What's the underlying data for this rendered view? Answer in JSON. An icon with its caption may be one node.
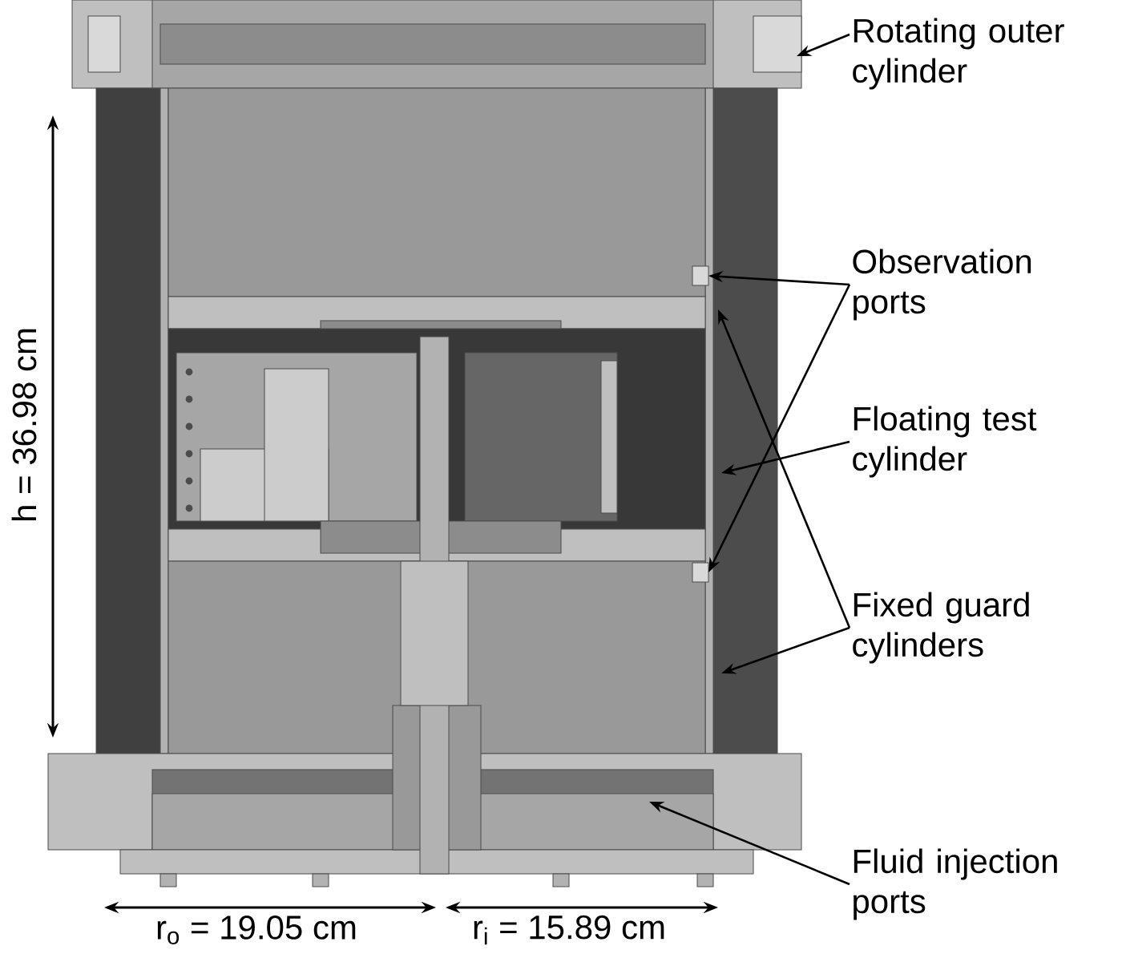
{
  "diagram": {
    "nodes": [
      {
        "text": [
          "Rotating outer cylinder"
        ]
      },
      {
        "text": [
          "Observation ports"
        ]
      },
      {
        "text": [
          "Floating test cylinder"
        ]
      },
      {
        "text": [
          "Fixed guard cylinders"
        ]
      },
      {
        "text": [
          "Fluid injection ports"
        ]
      }
    ],
    "edges": [
      {
        "from": 0,
        "to": null,
        "arrow": "to"
      },
      {
        "from": 1,
        "to": null,
        "arrow": "to"
      },
      {
        "from": 1,
        "to": null,
        "arrow": "to"
      },
      {
        "from": 2,
        "to": null,
        "arrow": "to"
      },
      {
        "from": 3,
        "to": null,
        "arrow": "to"
      },
      {
        "from": 3,
        "to": null,
        "arrow": "to"
      },
      {
        "from": 4,
        "to": null,
        "arrow": "to"
      }
    ],
    "labels": [
      "h = 36.98 cm",
      "r$_{o}$ = 19.05 cm",
      "r$_{i}$ = 15.89 cm"
    ]
  }
}
